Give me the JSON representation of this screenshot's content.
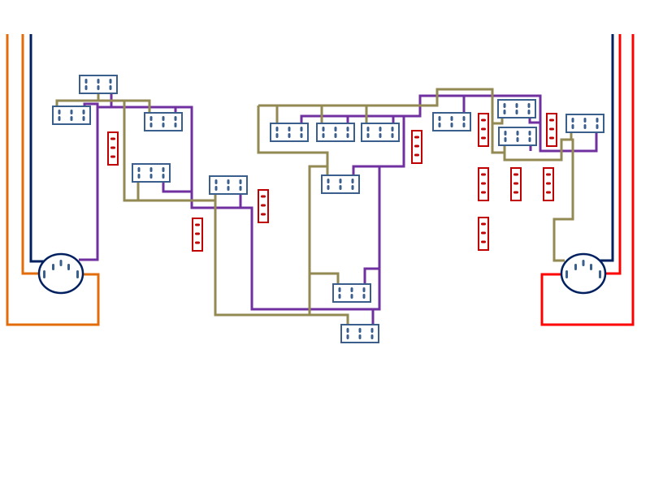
{
  "colors": {
    "purple": "#7030a0",
    "olive": "#938953",
    "navy": "#002060",
    "orange": "#e36c0a",
    "red": "#ff0000",
    "blue_connector": "#3a5f8c",
    "red_connector": "#c00000"
  },
  "legend": {
    "blue_connectors": 15,
    "red_connectors": 10,
    "round_plugs": 2
  }
}
